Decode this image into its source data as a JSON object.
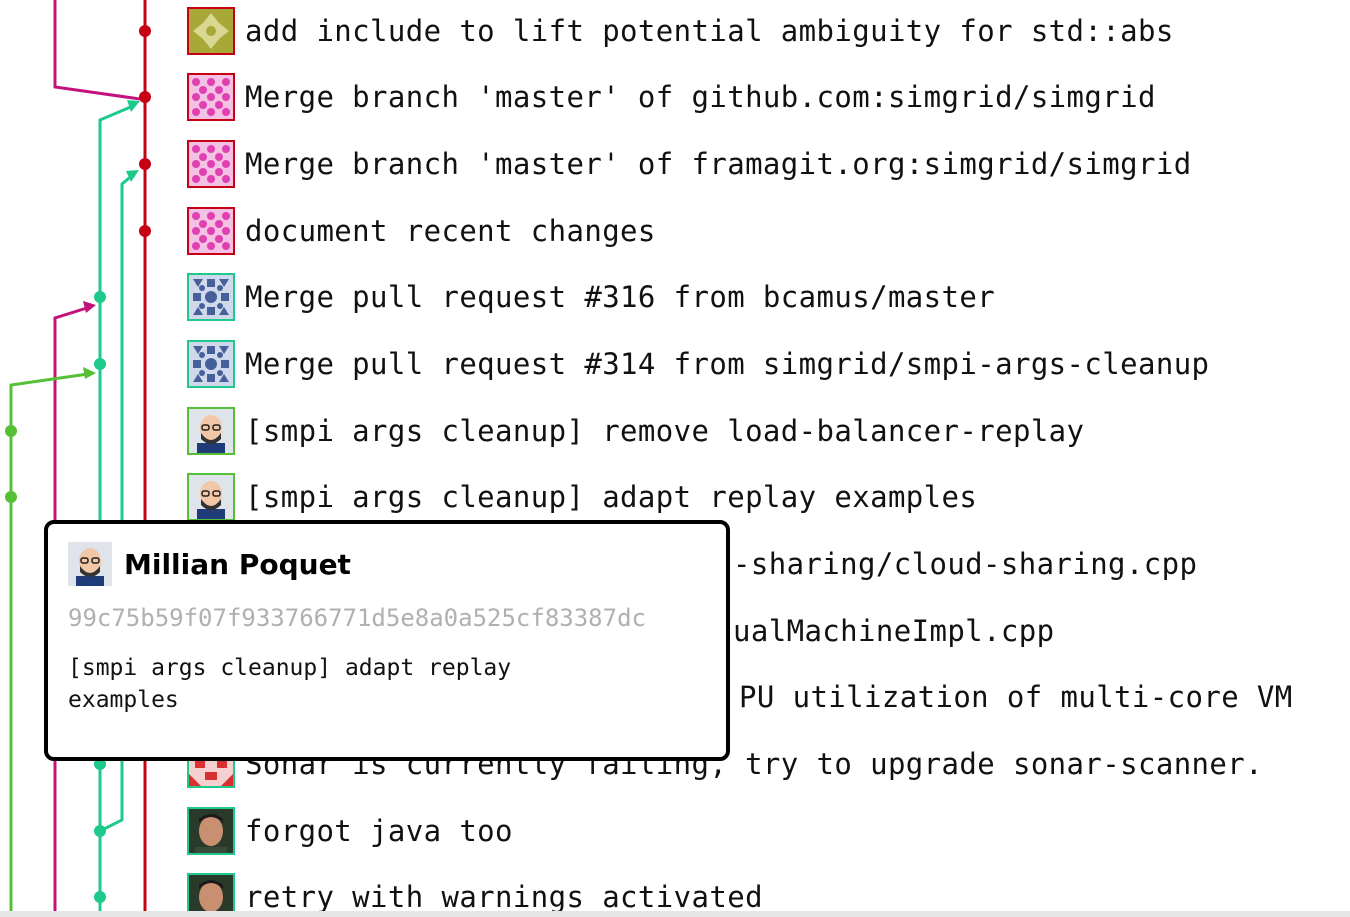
{
  "colors": {
    "red": "#c80014",
    "teal": "#1ec98c",
    "magenta": "#c4107a",
    "green": "#55c036",
    "olive": "#a0a028",
    "pink": "#e040b0",
    "navy": "#46609a"
  },
  "commits": [
    {
      "message": "add include to lift potential ambiguity for std::abs",
      "avatar": "olive-identicon"
    },
    {
      "message": "Merge branch 'master' of github.com:simgrid/simgrid",
      "avatar": "pink-identicon"
    },
    {
      "message": "Merge branch 'master' of framagit.org:simgrid/simgrid",
      "avatar": "pink-identicon"
    },
    {
      "message": "document recent changes",
      "avatar": "pink-identicon"
    },
    {
      "message": "Merge pull request #316 from bcamus/master",
      "avatar": "navy-identicon"
    },
    {
      "message": "Merge pull request #314 from simgrid/smpi-args-cleanup",
      "avatar": "navy-identicon"
    },
    {
      "message": "[smpi args cleanup] remove load-balancer-replay",
      "avatar": "face-avatar"
    },
    {
      "message": "[smpi args cleanup] adapt replay examples",
      "avatar": "face-avatar"
    },
    {
      "message": "-sharing/cloud-sharing.cpp",
      "avatar": "none"
    },
    {
      "message": "ualMachineImpl.cpp",
      "avatar": "none"
    },
    {
      "message": "PU utilization of multi-core VM",
      "avatar": "none"
    },
    {
      "message": "Sonar is currently failing, try to upgrade sonar-scanner.",
      "avatar": "red-identicon"
    },
    {
      "message": "forgot java too",
      "avatar": "photo-avatar"
    },
    {
      "message": "retry with warnings activated",
      "avatar": "photo-avatar"
    }
  ],
  "tooltip": {
    "author": "Millian Poquet",
    "hash": "99c75b59f07f933766771d5e8a0a525cf83387dc",
    "message": "[smpi args cleanup] adapt replay examples"
  }
}
